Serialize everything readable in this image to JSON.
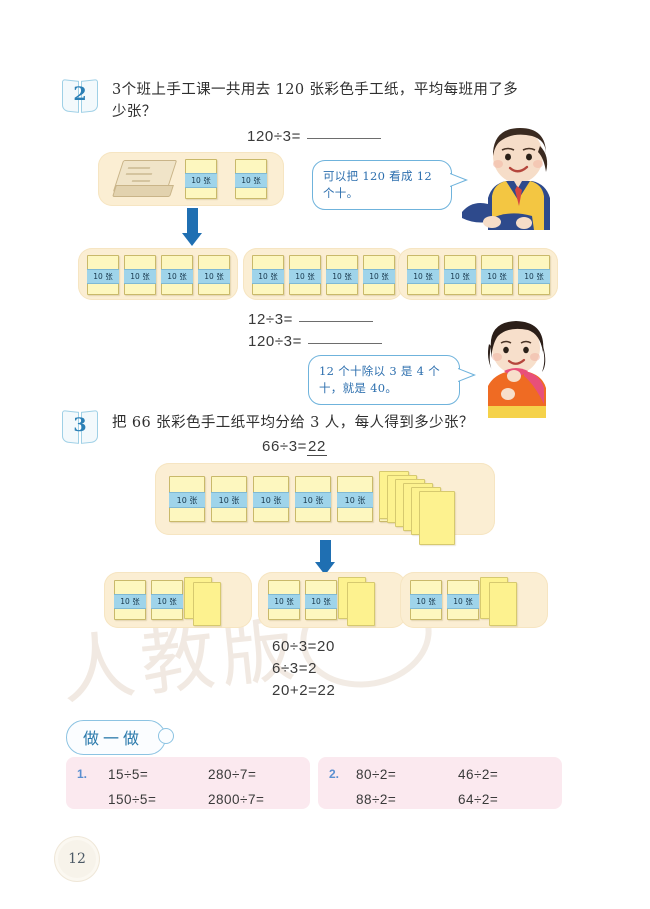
{
  "page": {
    "number": "12",
    "card_label": "10 张"
  },
  "problem2": {
    "badge": "2",
    "text": "3个班上手工课一共用去 120 张彩色手工纸，平均每班用了多少张？",
    "equation_top": "120÷3=",
    "equation_mid": "12÷3=",
    "equation_bottom": "120÷3=",
    "bubble_boy": "可以把 120 看成 12 个十。",
    "bubble_girl": "12 个十除以 3 是 4 个十，就是 40。"
  },
  "problem3": {
    "badge": "3",
    "text": "把 66 张彩色手工纸平均分给 3 人，每人得到多少张？",
    "equation": "66÷3=",
    "equation_answer": "22",
    "steps": [
      "60÷3=20",
      "6÷3=2",
      "20+2=22"
    ]
  },
  "practice": {
    "title": "做一做",
    "group1": {
      "index": "1.",
      "left": [
        "15÷5=",
        "150÷5="
      ],
      "right": [
        "280÷7=",
        "2800÷7="
      ]
    },
    "group2": {
      "index": "2.",
      "left": [
        "80÷2=",
        "88÷2="
      ],
      "right": [
        "46÷2=",
        "64÷2="
      ]
    }
  },
  "watermark": "人教版",
  "colors": {
    "accent_blue": "#2b7fb5",
    "arrow_blue": "#1f6fb2",
    "card_yellow": "#fdf7bf",
    "card_band": "#9fd4ea",
    "panel_beige": "#fbeed3",
    "exercise_pink": "#fbe9ef"
  }
}
